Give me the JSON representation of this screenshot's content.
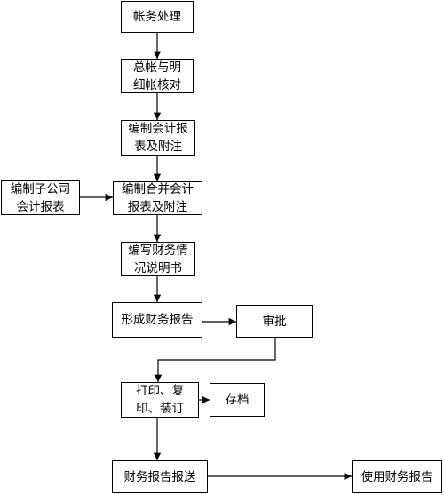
{
  "nodes": {
    "ledger_processing": "帐务处理",
    "reconcile": "总帐与明\n细帐核对",
    "prepare_statements": "编制会计报\n表及附注",
    "subsidiary_statements": "编制子公司\n会计报表",
    "consolidated_statements": "编制合并会计\n报表及附注",
    "financial_notes": "编写财务情\n况说明书",
    "form_report": "形成财务报告",
    "approval": "审批",
    "print_bind": "打印、复\n印、装订",
    "archive": "存档",
    "submit_report": "财务报告报送",
    "use_report": "使用财务报告"
  }
}
